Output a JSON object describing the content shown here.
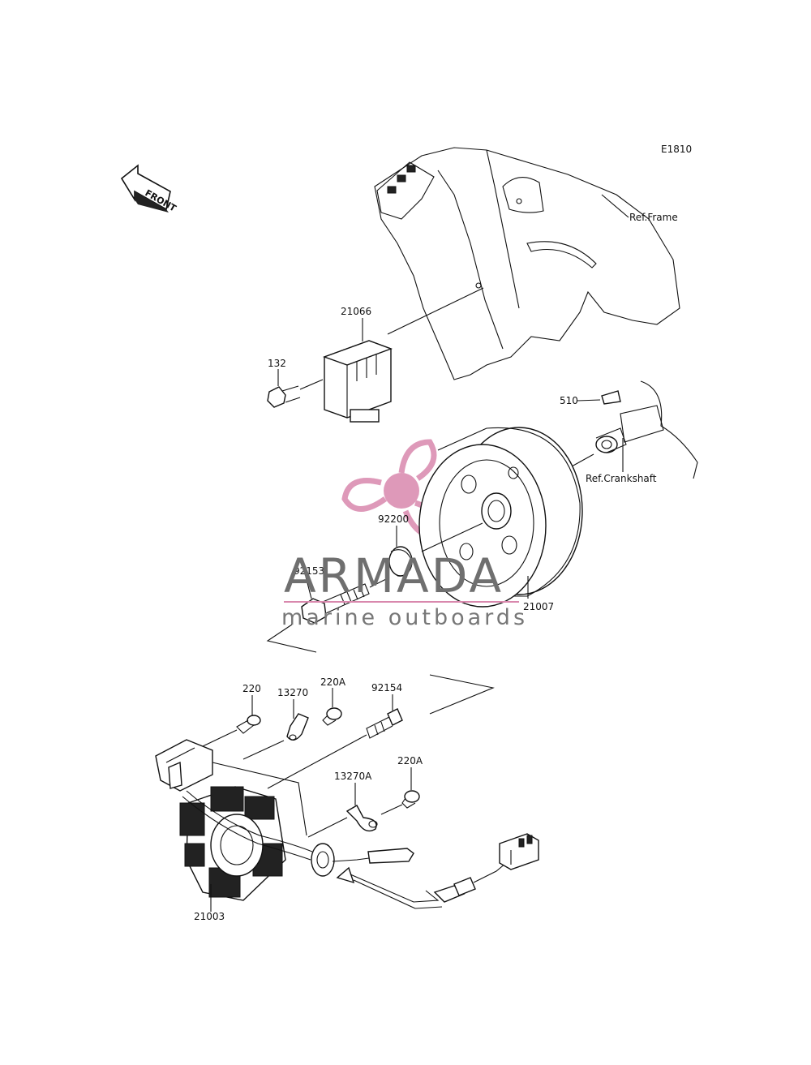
{
  "diagram": {
    "code": "E1810",
    "front_label": "FRONT",
    "parts": [
      {
        "number": "21066"
      },
      {
        "number": "132"
      },
      {
        "number": "510"
      },
      {
        "number": "92200"
      },
      {
        "number": "92153"
      },
      {
        "number": "21007"
      },
      {
        "number": "220"
      },
      {
        "number": "13270"
      },
      {
        "number": "220A"
      },
      {
        "number": "92154"
      },
      {
        "number": "13270A"
      },
      {
        "number": "220A"
      },
      {
        "number": "21003"
      }
    ],
    "references": {
      "frame": "Ref.Frame",
      "crankshaft": "Ref.Crankshaft"
    }
  },
  "watermark": {
    "brand": "ARMADA",
    "tagline": "marine outboards",
    "logo_color": "#d988ad",
    "text_color": "#6f6f6f"
  }
}
